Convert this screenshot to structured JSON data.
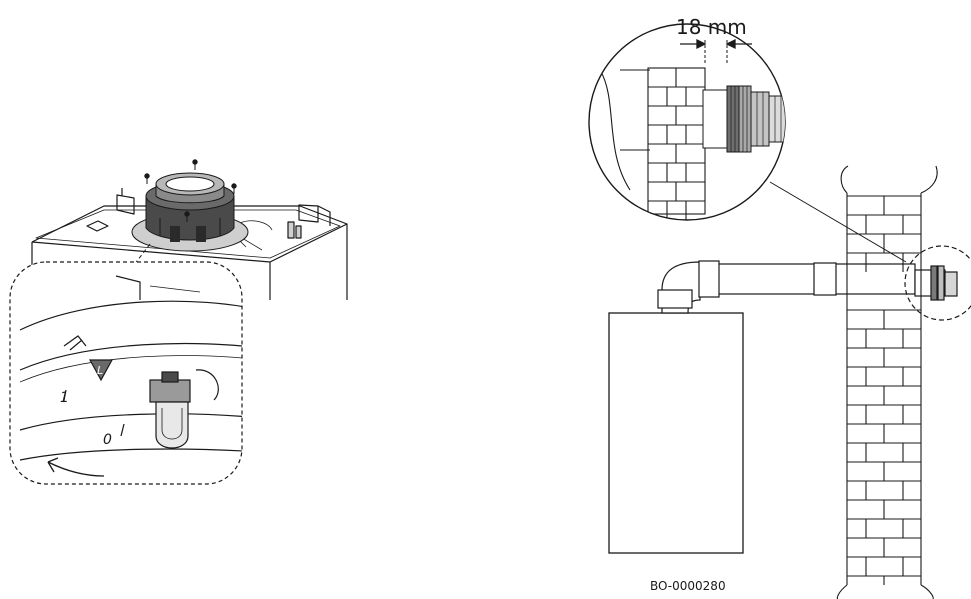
{
  "annotations": {
    "dimension": "18 mm",
    "reference_code": "BO-0000280",
    "scale_mark_one": "1",
    "scale_mark_zero": "0",
    "lock_marker": "L"
  }
}
